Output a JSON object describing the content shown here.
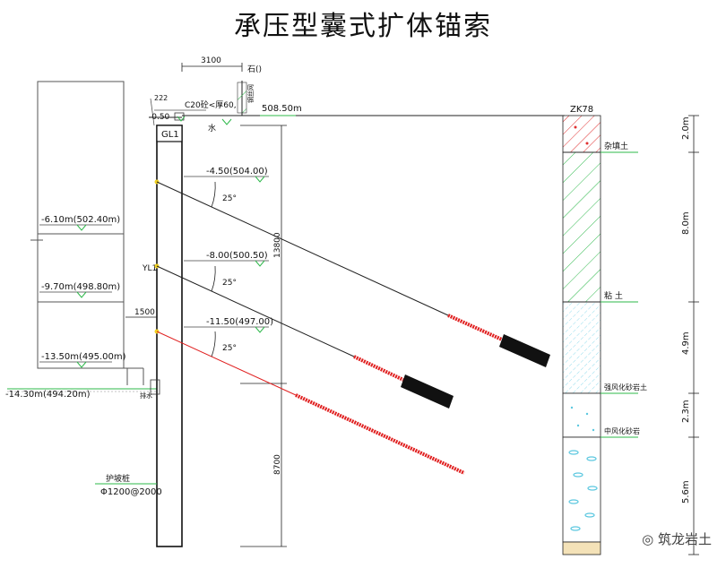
{
  "title": "承压型囊式扩体锚索",
  "top": {
    "dim_3100": "3100",
    "note_shi": "石()",
    "elev_ground": "508.50m",
    "label_c20": "C20砼<厚60,",
    "label_guard": "钢丝网",
    "label_gl": "GL1",
    "elev_top": "-0.50",
    "label_side": "222",
    "label_water": "水"
  },
  "anchors": [
    {
      "level": "-4.50(504.00)",
      "angle": "25°"
    },
    {
      "level": "-8.00(500.50)",
      "angle": "25°"
    },
    {
      "level": "-11.50(497.00)",
      "angle": "25°"
    }
  ],
  "floors": [
    "-6.10m(502.40m)",
    "-9.70m(498.80m)",
    "-13.50m(495.00m)"
  ],
  "base_level": "-14.30m(494.20m)",
  "pile": {
    "label_yl": "YL1",
    "width_1500": "1500",
    "dim_upper": "13800",
    "dim_lower": "8700",
    "spec1": "护坡桩",
    "spec2": "Φ1200@2000",
    "side_label": "排水"
  },
  "borehole": {
    "id": "ZK78",
    "layers": [
      {
        "name": "杂填土",
        "thickness": "2.0m"
      },
      {
        "name": "粘 土",
        "thickness": "8.0m"
      },
      {
        "name": "强风化砂岩土",
        "thickness": "4.9m"
      },
      {
        "name": "中风化砂岩",
        "thickness": "2.3m"
      },
      {
        "name": "",
        "thickness": "5.6m"
      }
    ]
  },
  "watermark": "筑龙岩土"
}
